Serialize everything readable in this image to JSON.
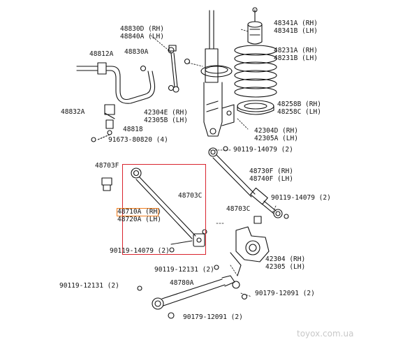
{
  "labels": {
    "p48341": [
      "48341A (RH)",
      "48341B (LH)"
    ],
    "p48830": [
      "48830D (RH)",
      "48840A (LH)"
    ],
    "p48231": [
      "48231A (RH)",
      "48231B (LH)"
    ],
    "p48812": "48812A",
    "p48830a": "48830A",
    "p48258": [
      "48258B (RH)",
      "48258C (LH)"
    ],
    "p48832": "48832A",
    "p42304e": [
      "42304E (RH)",
      "42305B (LH)"
    ],
    "p48818": "48818",
    "p42304d": [
      "42304D (RH)",
      "42305A (LH)"
    ],
    "p91673": "91673-80820 (4)",
    "p90119a": "90119-14079 (2)",
    "p48703f": "48703F",
    "p48730": [
      "48730F (RH)",
      "48740F (LH)"
    ],
    "p48703c1": "48703C",
    "p90119b": "90119-14079 (2)",
    "p48710": [
      "48710A (RH)",
      "48720A (LH)"
    ],
    "p48703c2": "48703C",
    "p90119c": "90119-14079 (2)",
    "p42304": [
      "42304 (RH)",
      "42305 (LH)"
    ],
    "p90119d": "90119-12131 (2)",
    "p48780": "48780A",
    "p90119e": "90119-12131 (2)",
    "p90179a": "90179-12091 (2)",
    "p90179b": "90179-12091 (2)"
  },
  "watermark": "toyox.com.ua",
  "colors": {
    "highlight_box": "#d9232d",
    "highlight_label": "#f07b1a",
    "line": "#111111"
  }
}
